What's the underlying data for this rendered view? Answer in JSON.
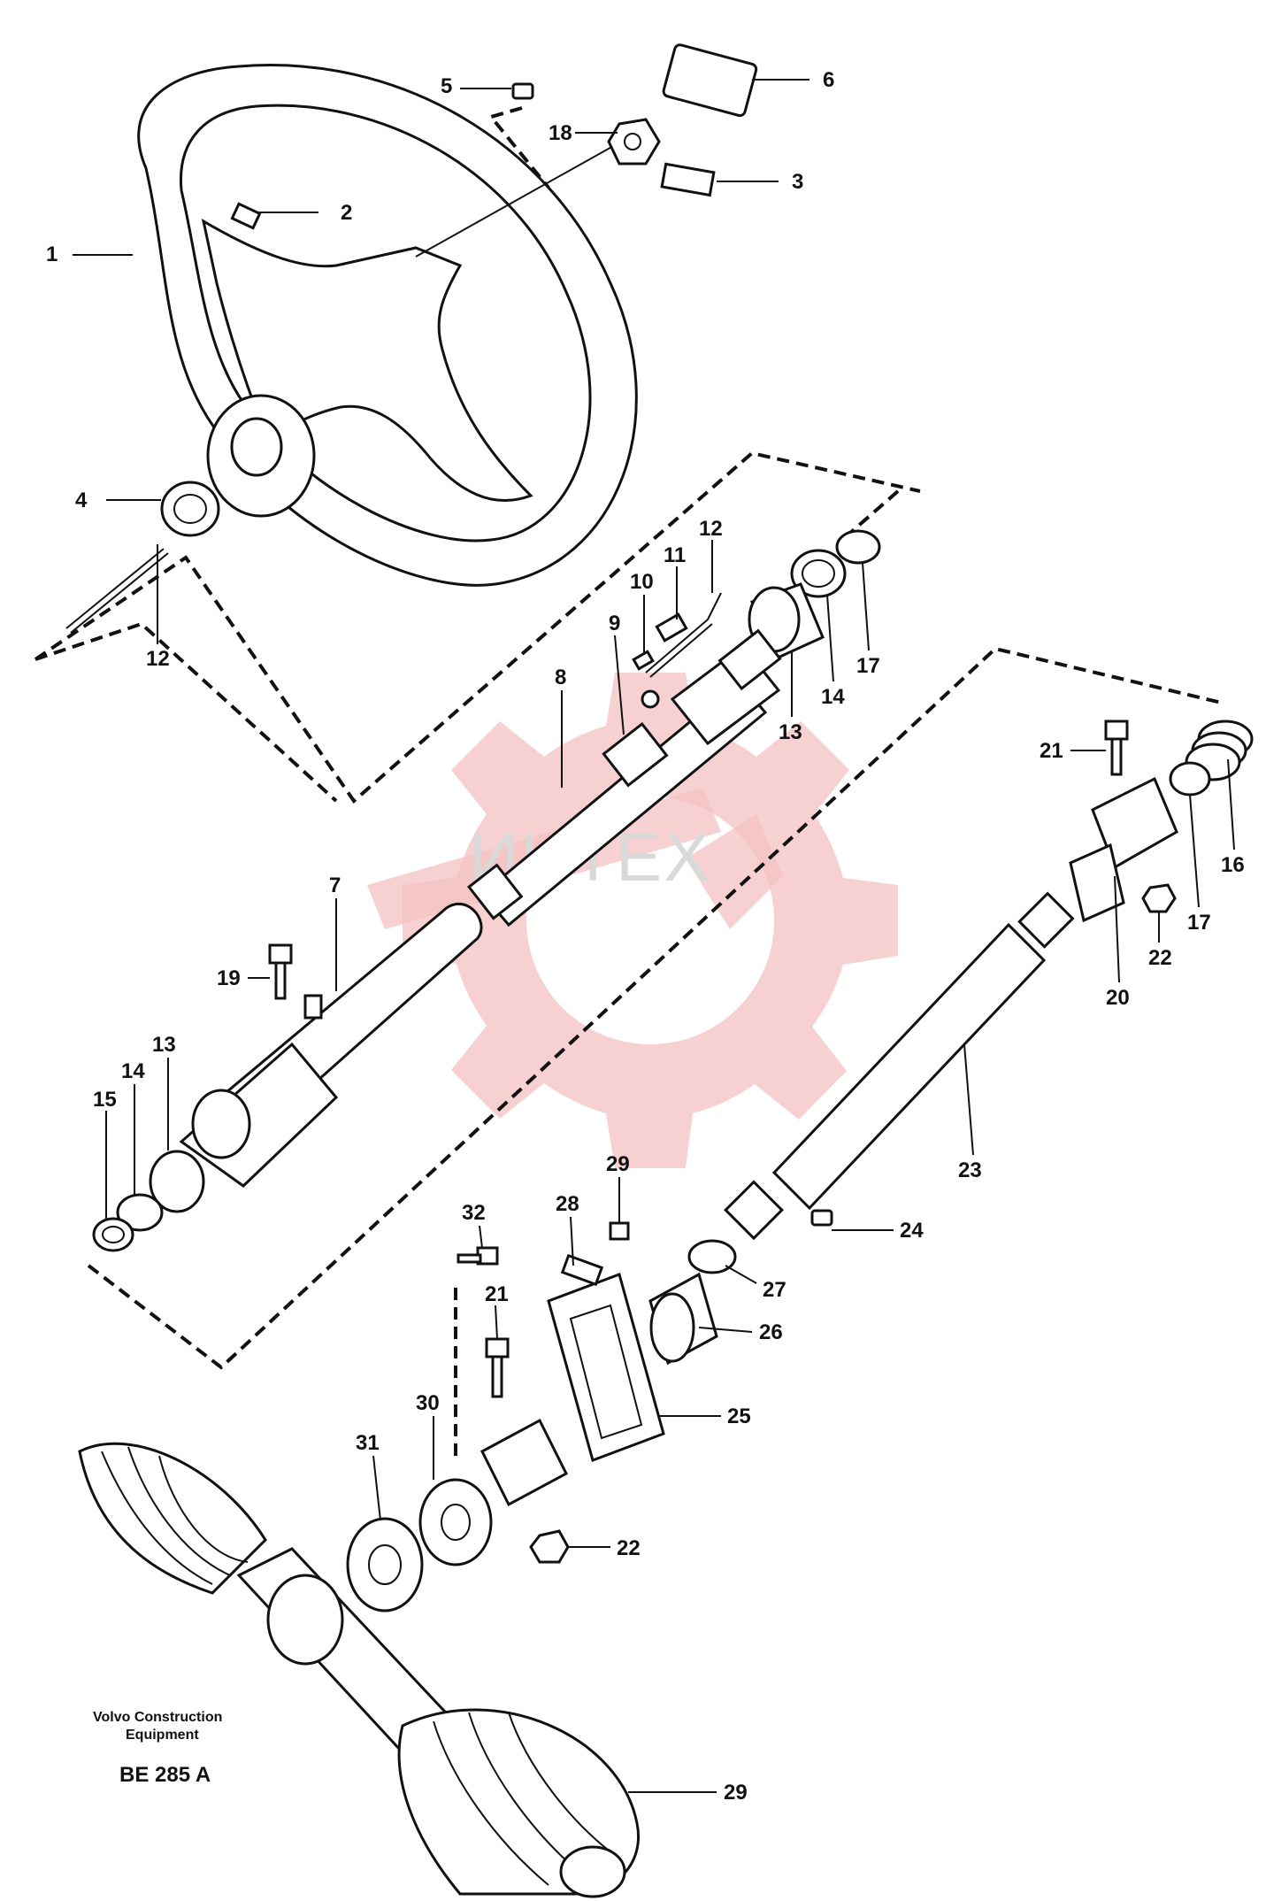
{
  "credit": {
    "line1": "Volvo Construction",
    "line2": "Equipment",
    "code": "BE 285 A"
  },
  "watermark": {
    "text": "ИНТЕХ",
    "color": "#f4c2c2"
  },
  "callouts": [
    {
      "id": "c1",
      "label": "1"
    },
    {
      "id": "c2",
      "label": "2"
    },
    {
      "id": "c3",
      "label": "3"
    },
    {
      "id": "c4",
      "label": "4"
    },
    {
      "id": "c5",
      "label": "5"
    },
    {
      "id": "c6",
      "label": "6"
    },
    {
      "id": "c7",
      "label": "7"
    },
    {
      "id": "c8",
      "label": "8"
    },
    {
      "id": "c9",
      "label": "9"
    },
    {
      "id": "c10",
      "label": "10"
    },
    {
      "id": "c11",
      "label": "11"
    },
    {
      "id": "c12a",
      "label": "12"
    },
    {
      "id": "c12b",
      "label": "12"
    },
    {
      "id": "c13a",
      "label": "13"
    },
    {
      "id": "c13b",
      "label": "13"
    },
    {
      "id": "c14a",
      "label": "14"
    },
    {
      "id": "c14b",
      "label": "14"
    },
    {
      "id": "c15",
      "label": "15"
    },
    {
      "id": "c16",
      "label": "16"
    },
    {
      "id": "c17a",
      "label": "17"
    },
    {
      "id": "c17b",
      "label": "17"
    },
    {
      "id": "c18",
      "label": "18"
    },
    {
      "id": "c19",
      "label": "19"
    },
    {
      "id": "c20",
      "label": "20"
    },
    {
      "id": "c21a",
      "label": "21"
    },
    {
      "id": "c21b",
      "label": "21"
    },
    {
      "id": "c22a",
      "label": "22"
    },
    {
      "id": "c22b",
      "label": "22"
    },
    {
      "id": "c23",
      "label": "23"
    },
    {
      "id": "c24",
      "label": "24"
    },
    {
      "id": "c25",
      "label": "25"
    },
    {
      "id": "c26",
      "label": "26"
    },
    {
      "id": "c27",
      "label": "27"
    },
    {
      "id": "c28",
      "label": "28"
    },
    {
      "id": "c29a",
      "label": "29"
    },
    {
      "id": "c29b",
      "label": "29"
    },
    {
      "id": "c30",
      "label": "30"
    },
    {
      "id": "c31",
      "label": "31"
    },
    {
      "id": "c32",
      "label": "32"
    }
  ]
}
